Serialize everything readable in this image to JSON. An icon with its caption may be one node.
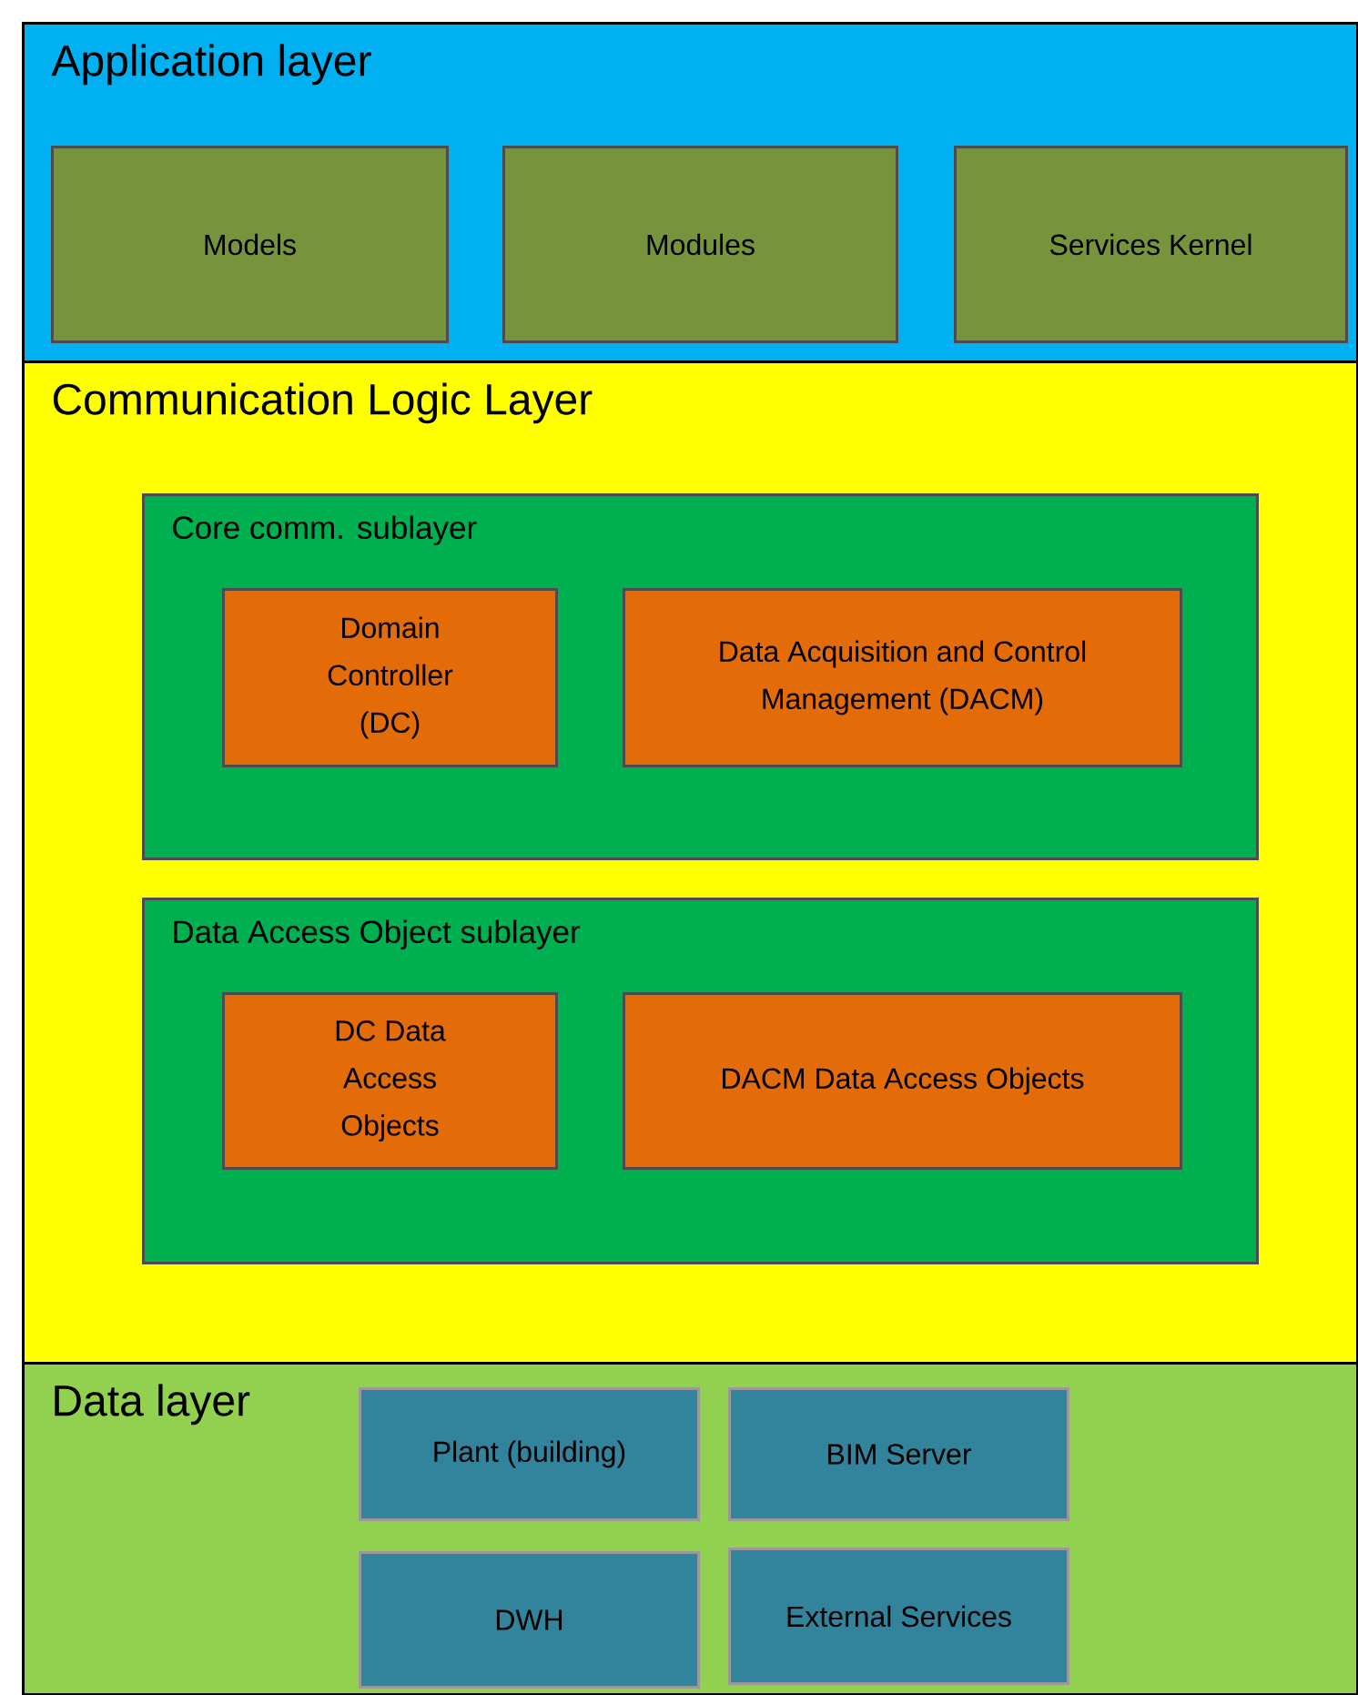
{
  "diagram": {
    "nodes": [
      {
        "text": [
          "Application layer"
        ]
      },
      {
        "text": [
          "Models"
        ],
        "in": 0
      },
      {
        "text": [
          "Modules"
        ],
        "in": 0
      },
      {
        "text": [
          "Services Kernel"
        ],
        "in": 0
      },
      {
        "text": [
          "Communication Logic Layer"
        ]
      },
      {
        "text": [
          "Core comm. sublayer"
        ],
        "in": 4
      },
      {
        "text": [
          "Domain Controller (DC)"
        ],
        "in": 5
      },
      {
        "text": [
          "Data Acquisition and Control Management (DACM)"
        ],
        "in": 5
      },
      {
        "text": [
          "Data Access Object sublayer"
        ],
        "in": 4
      },
      {
        "text": [
          "DC Data Access Objects"
        ],
        "in": 8
      },
      {
        "text": [
          "DACM Data Access Objects"
        ],
        "in": 8
      },
      {
        "text": [
          "Data layer"
        ]
      },
      {
        "text": [
          "Plant (building)"
        ],
        "in": 11
      },
      {
        "text": [
          "BIM Server"
        ],
        "in": 11
      },
      {
        "text": [
          "DWH"
        ],
        "in": 11
      },
      {
        "text": [
          "External Services"
        ],
        "in": 11
      }
    ]
  }
}
